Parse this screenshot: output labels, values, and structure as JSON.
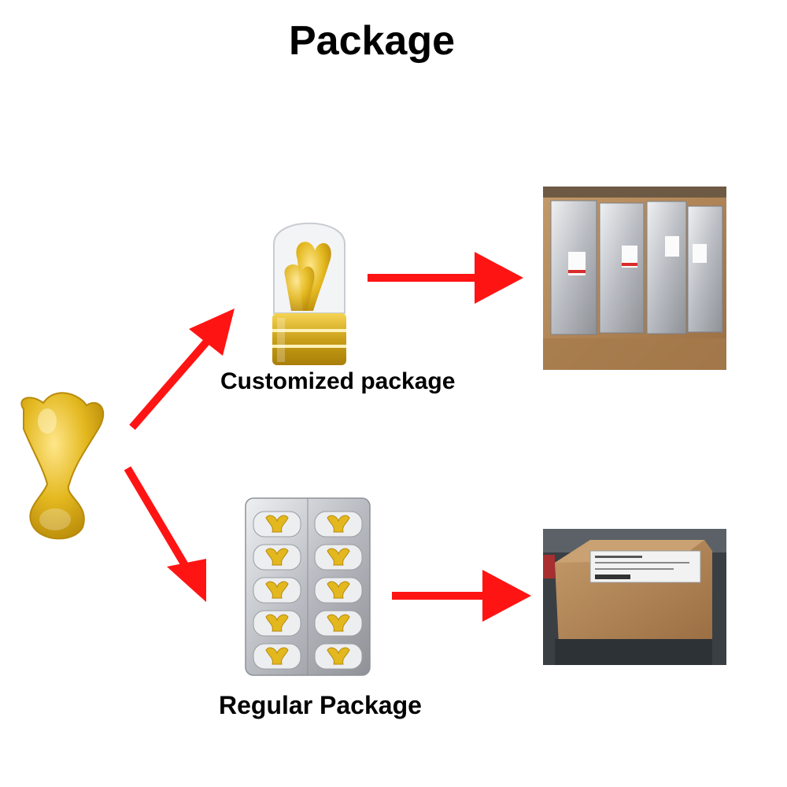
{
  "title": "Package",
  "customized_label": "Customized package",
  "regular_label": "Regular Package",
  "colors": {
    "arrow": "#ff1414",
    "capsule_gold": "#e3b81f",
    "capsule_shadow": "#b88a0a",
    "cardboard": "#b48454",
    "foil": "#c9ccd1"
  },
  "icons": {
    "capsule": "heart-softgel-capsule",
    "bottle": "capsule-bottle",
    "box_foil": "cardboard-box-foil-bags",
    "blister": "blister-pack",
    "box_shipping": "shipping-box"
  }
}
